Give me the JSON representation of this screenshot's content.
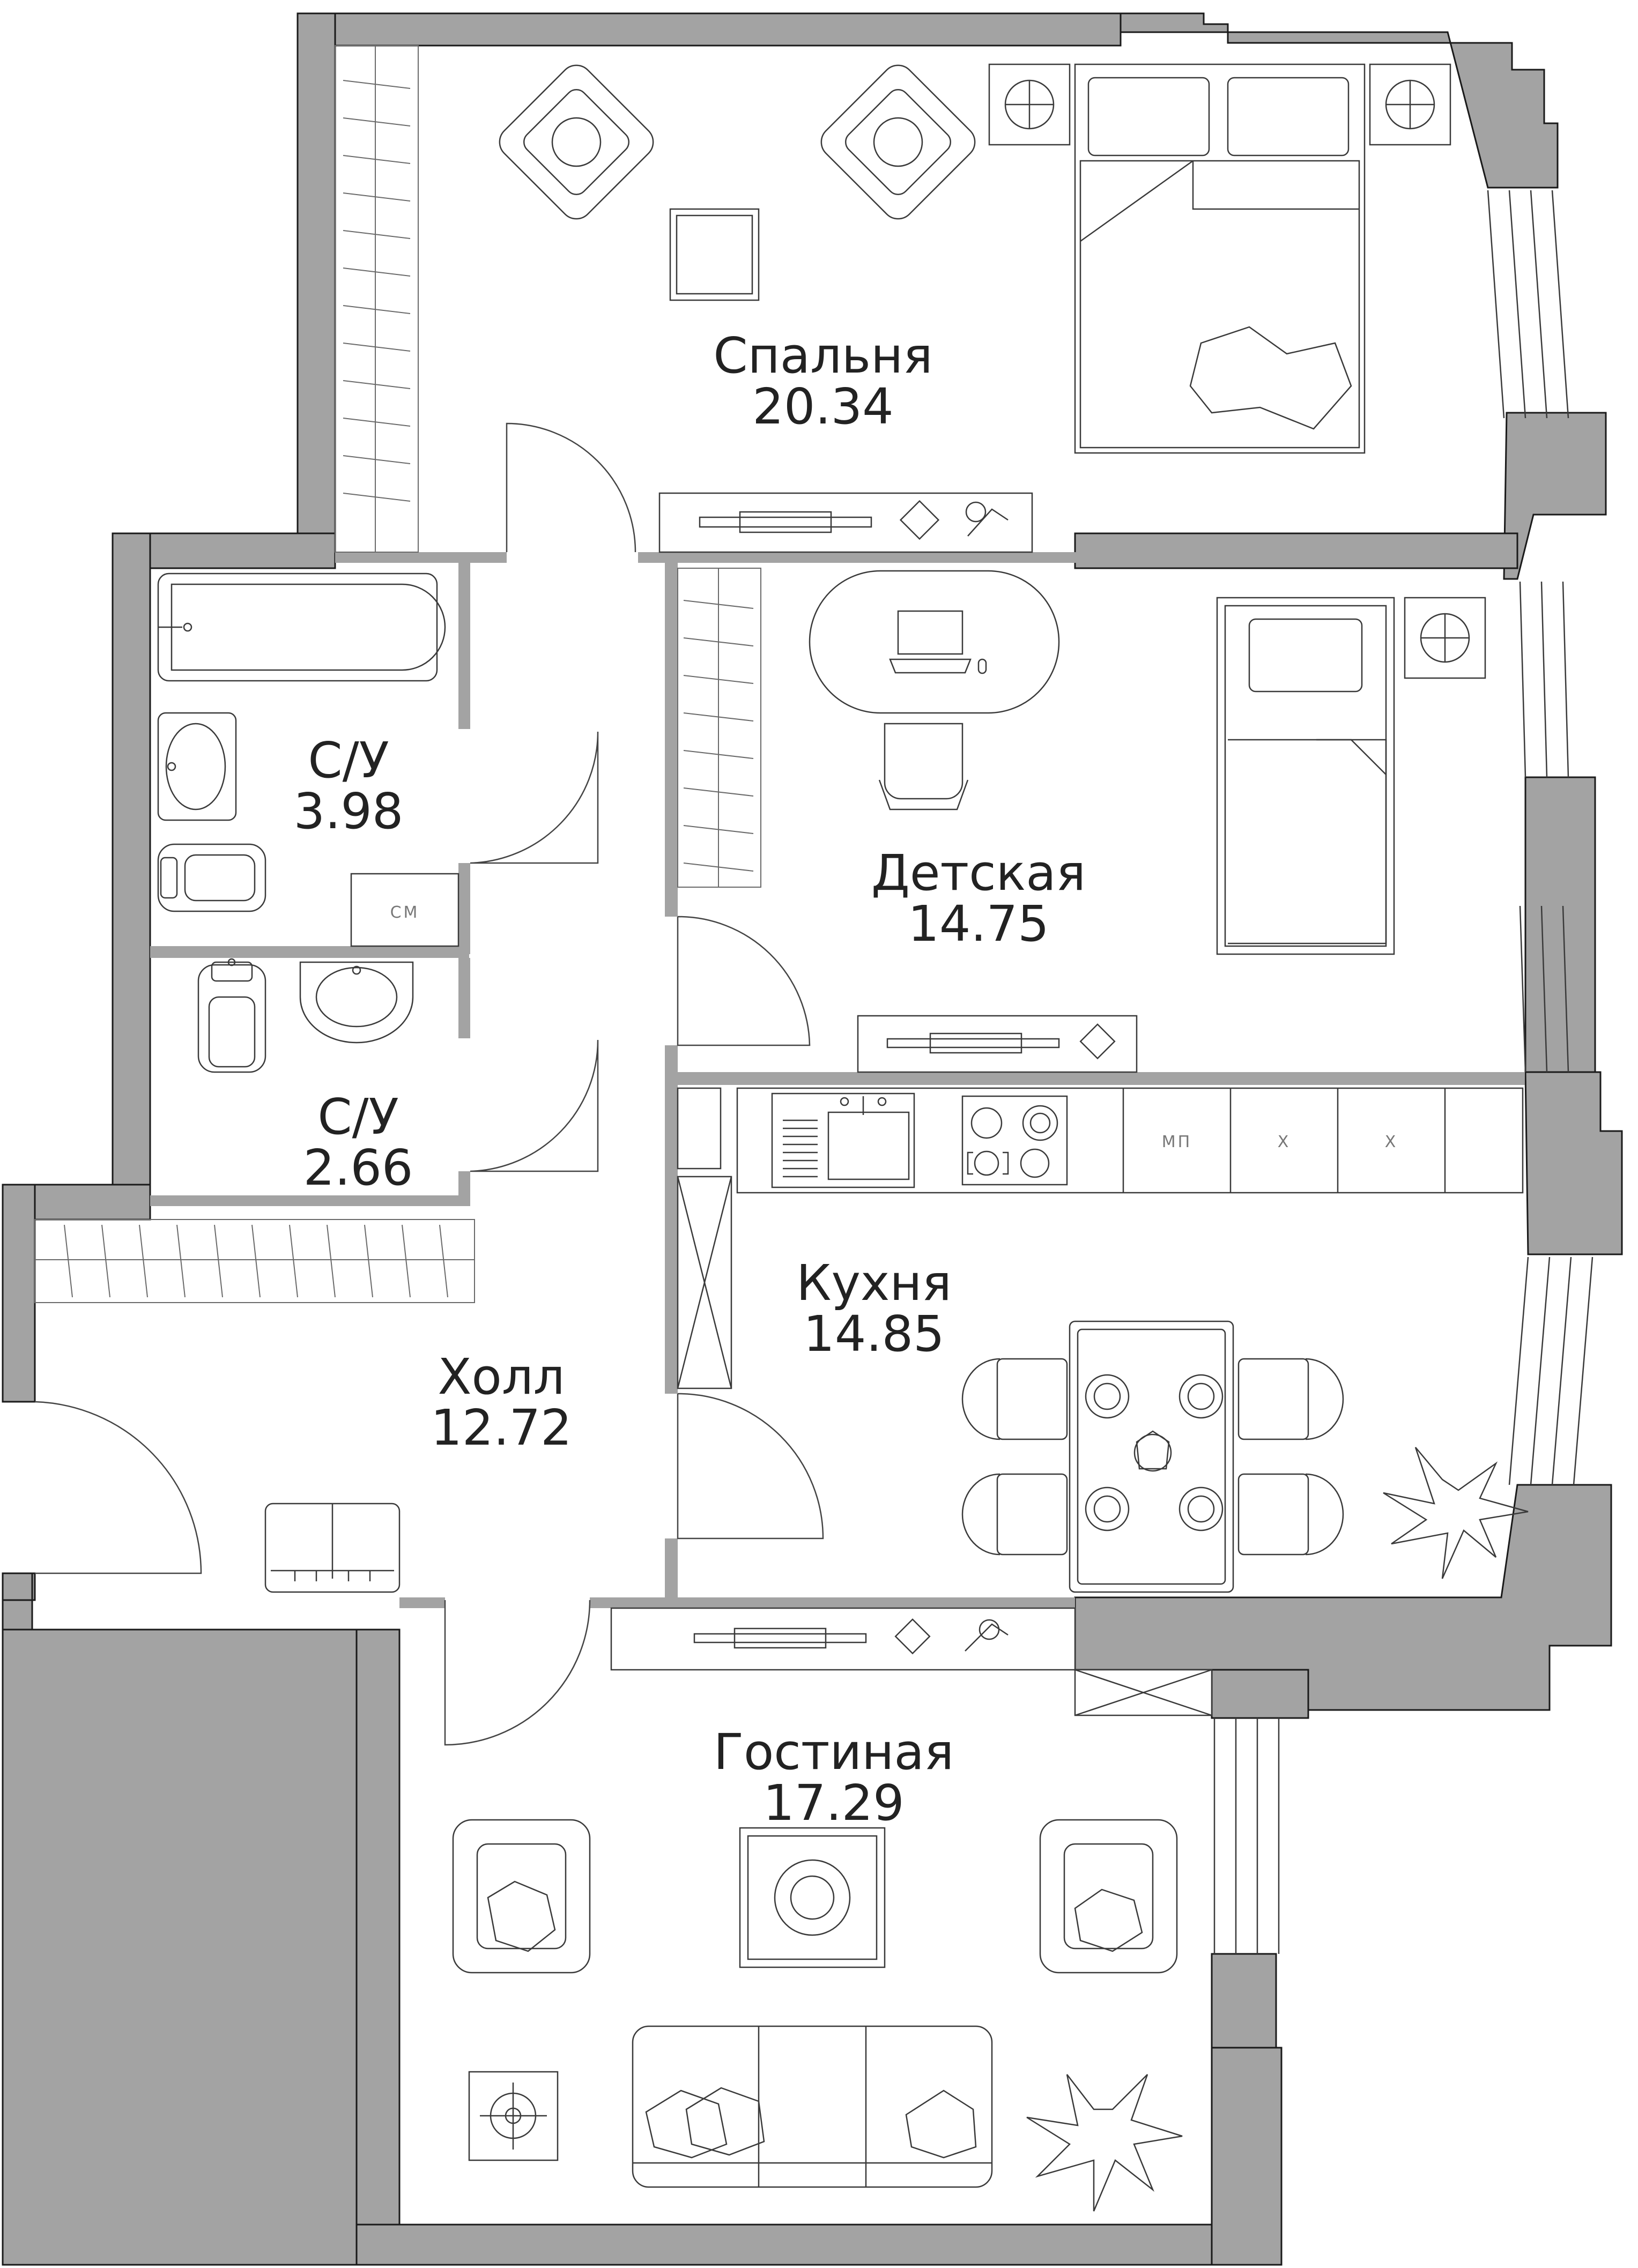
{
  "colors": {
    "wall": "#a3a3a3",
    "outline": "#1a1a1a",
    "furniture_stroke": "#3a3a3a",
    "background": "#ffffff",
    "text": "#222222"
  },
  "rooms": {
    "bedroom": {
      "name": "Спальня",
      "area": "20.34"
    },
    "bath1": {
      "name": "С/У",
      "area": "3.98"
    },
    "nursery": {
      "name": "Детская",
      "area": "14.75"
    },
    "bath2": {
      "name": "С/У",
      "area": "2.66"
    },
    "kitchen": {
      "name": "Кухня",
      "area": "14.85"
    },
    "hall": {
      "name": "Холл",
      "area": "12.72"
    },
    "livingroom": {
      "name": "Гостиная",
      "area": "17.29"
    }
  },
  "appliances": {
    "washing_machine": "СМ",
    "dishwasher": "МП",
    "fridge_1": "Х",
    "fridge_2": "Х"
  }
}
